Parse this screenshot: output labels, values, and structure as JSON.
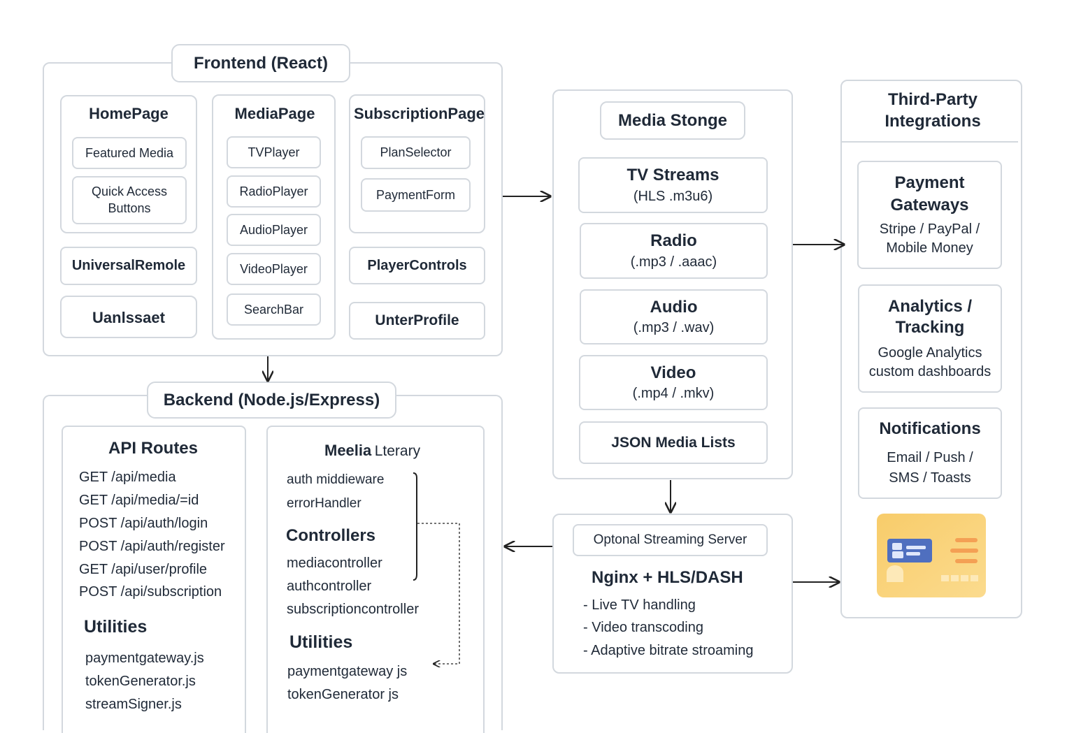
{
  "frontend": {
    "title": "Frontend (React)",
    "homepage": {
      "title": "HomePage",
      "items": [
        "Featured Media",
        "Quick Access\nButtons"
      ]
    },
    "mediapage": {
      "title": "MediaPage",
      "items": [
        "TVPlayer",
        "RadioPlayer",
        "AudioPlayer",
        "VideoPlayer",
        "SearchBar"
      ]
    },
    "subscriptionpage": {
      "title": "SubscriptionPage",
      "items": [
        "PlanSelector",
        "PaymentForm"
      ]
    },
    "universal_remote": "UniversalRemole",
    "unlabeled_card": "Uanlssaet",
    "player_controls": "PlayerControls",
    "user_profile": "UnterProfile"
  },
  "backend": {
    "title": "Backend (Node.js/Express)",
    "api_routes": {
      "title": "API Routes",
      "routes": [
        "GET /api/media",
        "GET /api/media/=id",
        "POST /api/auth/login",
        "POST /api/auth/register",
        "GET /api/user/profile",
        "POST /api/subscription"
      ]
    },
    "utilities_left": {
      "title": "Utilities",
      "items": [
        "paymentgateway.js",
        "tokenGenerator.js",
        "streamSigner.js"
      ]
    },
    "media_library": {
      "title_a": "Meelia",
      "title_b": "Lterary",
      "middleware": [
        "auth middieware",
        "errorHandler"
      ],
      "controllers_title": "Controllers",
      "controllers": [
        "mediacontroller",
        "authcontroller",
        "subscriptioncontroller"
      ],
      "utilities_title": "Utilities",
      "utilities": [
        "paymentgateway js",
        "tokenGenerator js"
      ]
    }
  },
  "media_storage": {
    "title": "Media Stonge",
    "items": [
      {
        "name": "TV Streams",
        "detail": "(HLS .m3u6)"
      },
      {
        "name": "Radio",
        "detail": "(.mp3 / .aaac)"
      },
      {
        "name": "Audio",
        "detail": "(.mp3 / .wav)"
      },
      {
        "name": "Video",
        "detail": "(.mp4 / .mkv)"
      }
    ],
    "json_lists": "JSON Media Lists"
  },
  "streaming": {
    "title": "Optonal Streaming Server",
    "heading": "Nginx + HLS/DASH",
    "items": [
      "- Live TV handling",
      "- Video transcoding",
      "- Adaptive bitrate stroaming"
    ]
  },
  "third_party": {
    "title": "Third-Party\nIntegrations",
    "payment": {
      "title": "Payment\nGateways",
      "detail": "Stripe / PayPal /\nMobile Money"
    },
    "analytics": {
      "title": "Analytics /\nTracking",
      "detail": "Google Analytics\ncustom dashboards"
    },
    "notifications": {
      "title": "Notifications",
      "detail": "Email / Push /\nSMS / Toasts"
    }
  },
  "colors": {
    "border": "#d3d8de",
    "arrow": "#222222",
    "card_yellow": "#f8cc6a",
    "card_blue": "#4f6fbf",
    "card_orange": "#f4a054"
  }
}
